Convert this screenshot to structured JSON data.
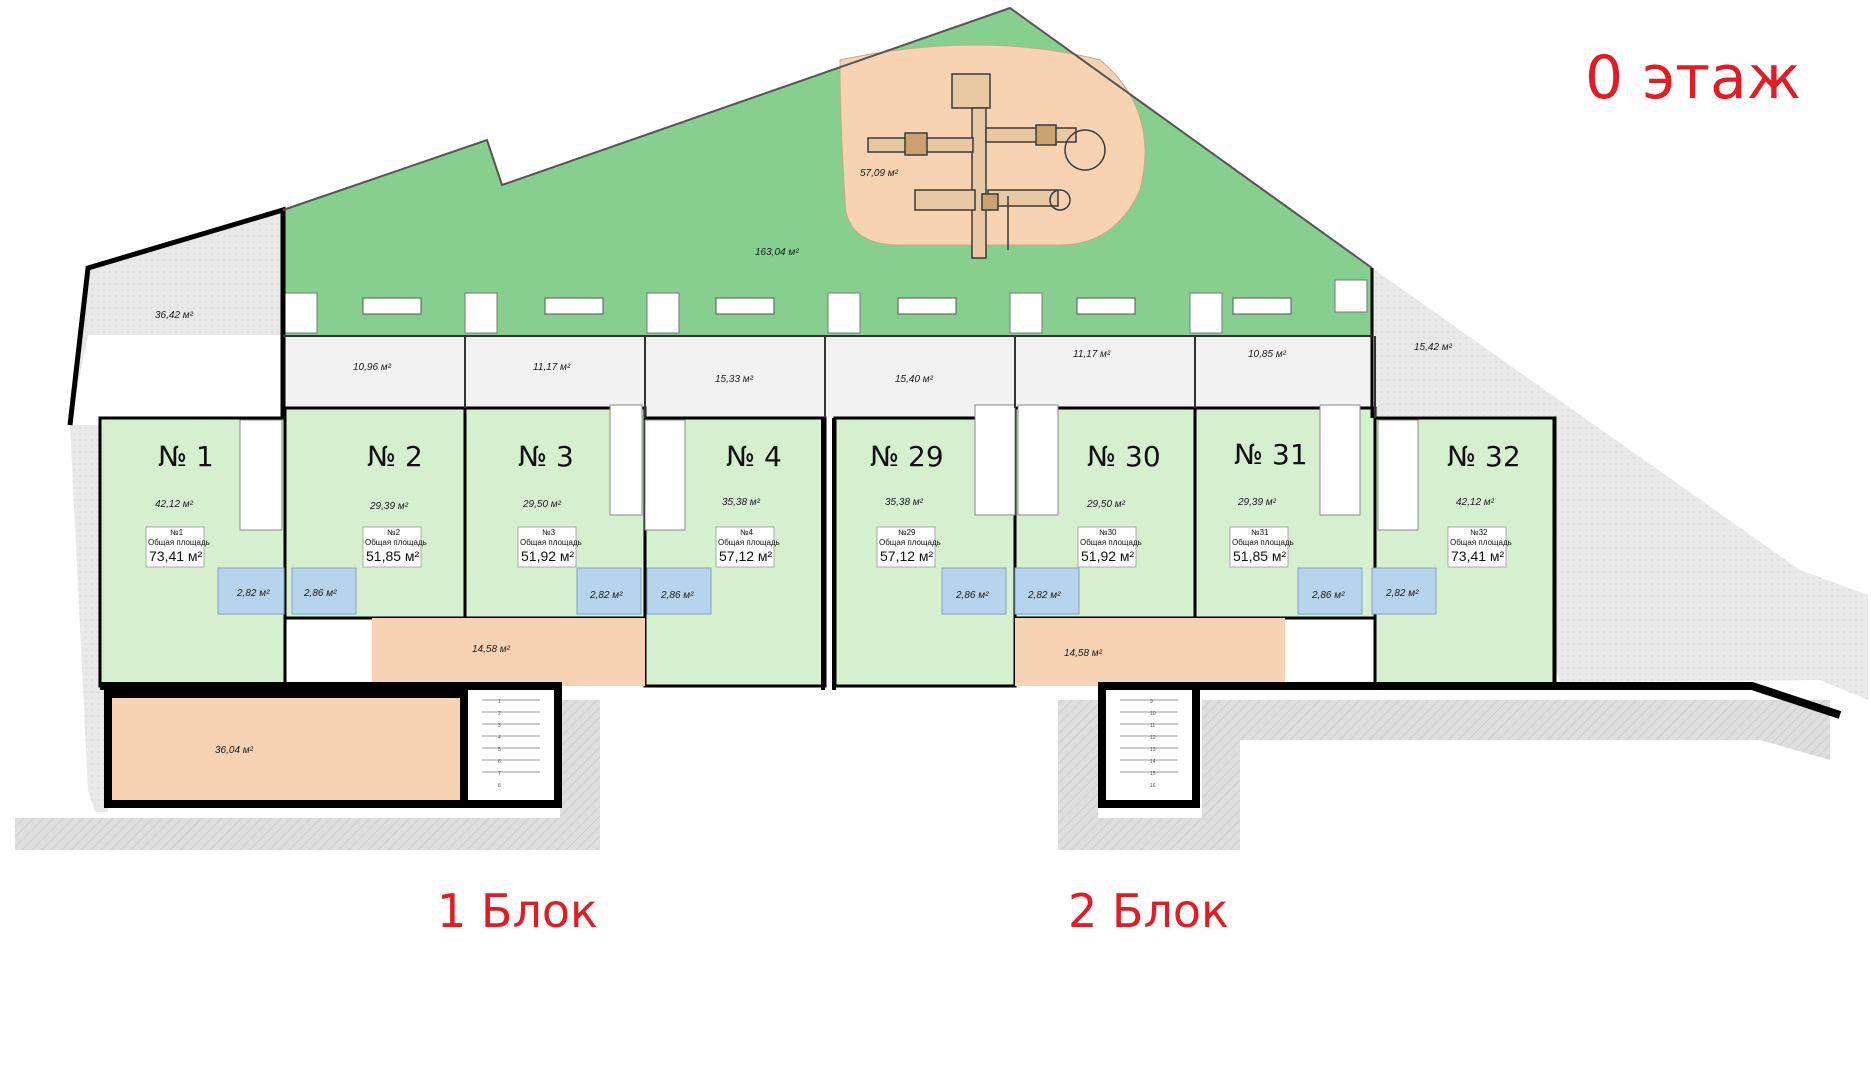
{
  "title": "0 этаж",
  "blocks": [
    "1 Блок",
    "2 Блок"
  ],
  "area_unit": "м²",
  "card_label": "Общая площадь",
  "areas": {
    "playground": "57,09 м²",
    "green_yard": "163,04 м²",
    "left_corner": "36,42 м²",
    "right_corner": "15,42 м²",
    "storage": "36,04 м²",
    "hall_1": "14,58 м²",
    "hall_2": "14,58 м²",
    "terraces": [
      "10,96 м²",
      "11,17 м²",
      "15,33 м²",
      "15,40 м²",
      "11,17 м²",
      "10,85 м²"
    ]
  },
  "units": [
    {
      "number": "№ 1",
      "code": "№1",
      "living": "42,12 м²",
      "total": "73,41 м²"
    },
    {
      "number": "№ 2",
      "code": "№2",
      "living": "29,39 м²",
      "total": "51,85 м²"
    },
    {
      "number": "№ 3",
      "code": "№3",
      "living": "29,50 м²",
      "total": "51,92 м²"
    },
    {
      "number": "№ 4",
      "code": "№4",
      "living": "35,38 м²",
      "total": "57,12 м²"
    },
    {
      "number": "№ 29",
      "code": "№29",
      "living": "35,38 м²",
      "total": "57,12 м²"
    },
    {
      "number": "№ 30",
      "code": "№30",
      "living": "29,50 м²",
      "total": "51,92 м²"
    },
    {
      "number": "№ 31",
      "code": "№31",
      "living": "29,39 м²",
      "total": "51,85 м²"
    },
    {
      "number": "№ 32",
      "code": "№32",
      "living": "42,12 м²",
      "total": "73,41 м²"
    }
  ],
  "bathrooms": [
    "2,82 м²",
    "2,86 м²",
    "2,82 м²",
    "2,86 м²",
    "2,86 м²",
    "2,82 м²",
    "2,86 м²",
    "2,82 м²"
  ],
  "stair_steps": [
    "1",
    "2",
    "3",
    "4",
    "5",
    "6",
    "7",
    "8",
    "9",
    "10",
    "11",
    "12",
    "13",
    "14",
    "15",
    "16"
  ],
  "colors": {
    "unit_fill": "#d6f0cf",
    "yard_green": "#86cf8e",
    "sand": "#f8d3b3",
    "hatch_grey": "#d9d9d9",
    "bath_blue": "#b8d4ec",
    "wall": "#000000",
    "title_red": "#e31b23"
  }
}
